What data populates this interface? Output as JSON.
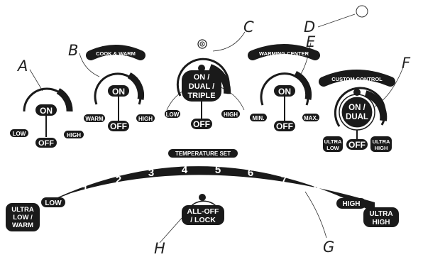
{
  "callouts": {
    "a": "A",
    "b": "B",
    "c": "C",
    "d": "D",
    "e": "E",
    "f": "F",
    "g": "G",
    "h": "H"
  },
  "knob_a": {
    "on": "ON",
    "off": "OFF",
    "low": "LOW",
    "high": "HIGH"
  },
  "knob_b": {
    "title": "COOK & WARM",
    "on": "ON",
    "off": "OFF",
    "warm": "WARM",
    "high": "HIGH"
  },
  "knob_c": {
    "on_line1": "ON /",
    "on_line2": "DUAL /",
    "on_line3": "TRIPLE",
    "off": "OFF",
    "low": "LOW",
    "high": "HIGH"
  },
  "knob_e": {
    "title": "WARMING CENTER",
    "on": "ON",
    "off": "OFF",
    "min": "MIN.",
    "max": "MAX."
  },
  "knob_f": {
    "title": "CUSTOM CONTROL",
    "on_line1": "ON /",
    "on_line2": "DUAL",
    "off": "OFF",
    "ultra_low_line1": "ULTRA",
    "ultra_low_line2": "LOW",
    "ultra_high_line1": "ULTRA",
    "ultra_high_line2": "HIGH"
  },
  "temperature_set": {
    "title": "TEMPERATURE SET",
    "numbers": [
      "1",
      "2",
      "3",
      "4",
      "5",
      "6",
      "7",
      "8"
    ],
    "low": "LOW",
    "high": "HIGH",
    "ultra_low_line1": "ULTRA",
    "ultra_low_line2": "LOW /",
    "ultra_low_line3": "WARM",
    "ultra_high_line1": "ULTRA",
    "ultra_high_line2": "HIGH"
  },
  "lock": {
    "line1": "ALL-OFF",
    "line2": "/ LOCK"
  },
  "colors": {
    "ink": "#1a1a1a",
    "paper": "#ffffff"
  }
}
